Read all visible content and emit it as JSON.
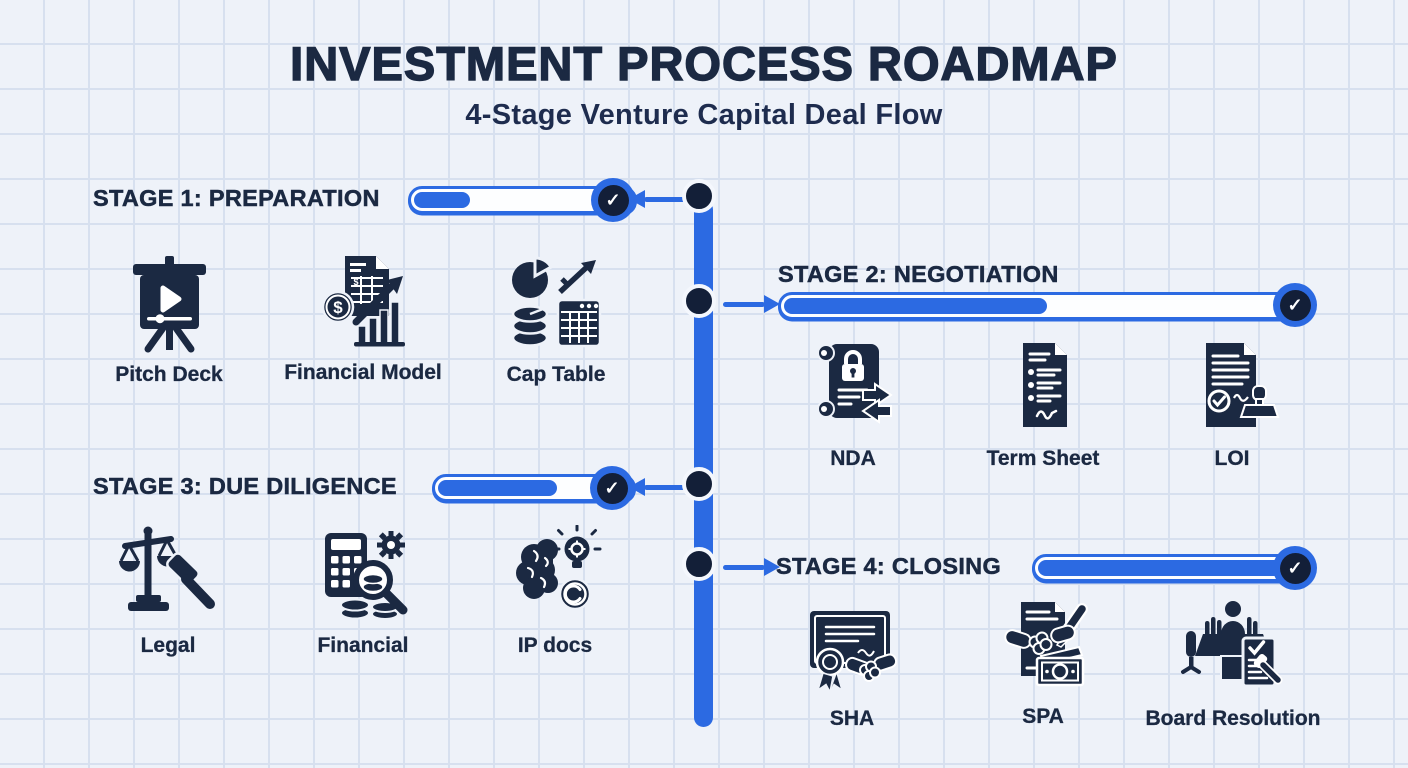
{
  "header": {
    "title": "INVESTMENT PROCESS ROADMAP",
    "subtitle": "4-Stage Venture Capital Deal Flow"
  },
  "icons": {
    "check": "✓"
  },
  "colors": {
    "accent_blue": "#2c6ae2",
    "navy": "#1b2942",
    "navy_deep": "#131f38",
    "background": "#eef2f9",
    "grid_line": "#d7e0ef",
    "track_white": "#fdfeff"
  },
  "timeline": {
    "node_count": 4
  },
  "stages": [
    {
      "label": "STAGE 1: PREPARATION",
      "progress_percent": 26,
      "completed": true,
      "side": "left",
      "items": [
        {
          "label": "Pitch Deck",
          "icon": "pitch-deck-icon"
        },
        {
          "label": "Financial Model",
          "icon": "financial-model-icon"
        },
        {
          "label": "Cap Table",
          "icon": "cap-table-icon"
        }
      ]
    },
    {
      "label": "STAGE 2: NEGOTIATION",
      "progress_percent": 50,
      "completed": true,
      "side": "right",
      "items": [
        {
          "label": "NDA",
          "icon": "nda-icon"
        },
        {
          "label": "Term Sheet",
          "icon": "term-sheet-icon"
        },
        {
          "label": "LOI",
          "icon": "loi-icon"
        }
      ]
    },
    {
      "label": "STAGE 3: DUE DILIGENCE",
      "progress_percent": 62,
      "completed": true,
      "side": "left",
      "items": [
        {
          "label": "Legal",
          "icon": "legal-icon"
        },
        {
          "label": "Financial",
          "icon": "financial-icon"
        },
        {
          "label": "IP docs",
          "icon": "ip-docs-icon"
        }
      ]
    },
    {
      "label": "STAGE 4: CLOSING",
      "progress_percent": 100,
      "completed": true,
      "side": "right",
      "items": [
        {
          "label": "SHA",
          "icon": "sha-icon"
        },
        {
          "label": "SPA",
          "icon": "spa-icon"
        },
        {
          "label": "Board Resolution",
          "icon": "board-resolution-icon"
        }
      ]
    }
  ]
}
